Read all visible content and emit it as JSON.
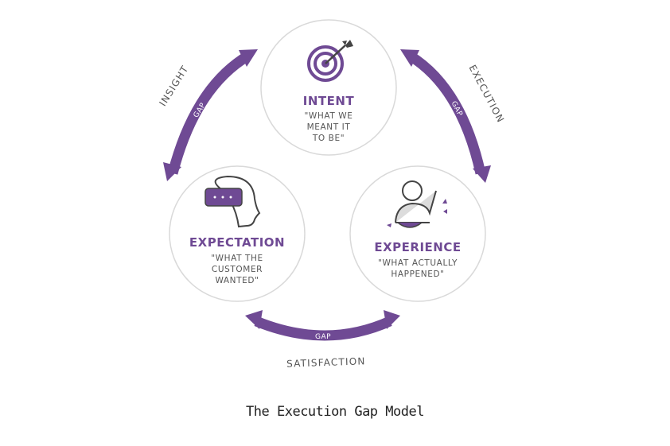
{
  "colors": {
    "accent": "#6f4a94",
    "text_gray": "#555555",
    "circle_stroke": "#d9d9d9",
    "caption_text": "#222222"
  },
  "nodes": {
    "intent": {
      "title": "INTENT",
      "lines": [
        "\"WHAT WE",
        "MEANT IT",
        "TO BE\""
      ],
      "icon": "target-arrow-icon"
    },
    "expectation": {
      "title": "EXPECTATION",
      "lines": [
        "\"WHAT THE",
        "CUSTOMER",
        "WANTED\""
      ],
      "icon": "head-with-vr-headset-icon"
    },
    "experience": {
      "title": "EXPERIENCE",
      "lines": [
        "\"WHAT ACTUALLY",
        "HAPPENED\""
      ],
      "icon": "person-waving-icon"
    }
  },
  "gaps": {
    "insight": {
      "label": "INSIGHT",
      "gap_label": "GAP"
    },
    "execution": {
      "label": "EXECUTION",
      "gap_label": "GAP"
    },
    "satisfaction": {
      "label": "SATISFACTION",
      "gap_label": "GAP"
    }
  },
  "caption": "The Execution Gap Model"
}
